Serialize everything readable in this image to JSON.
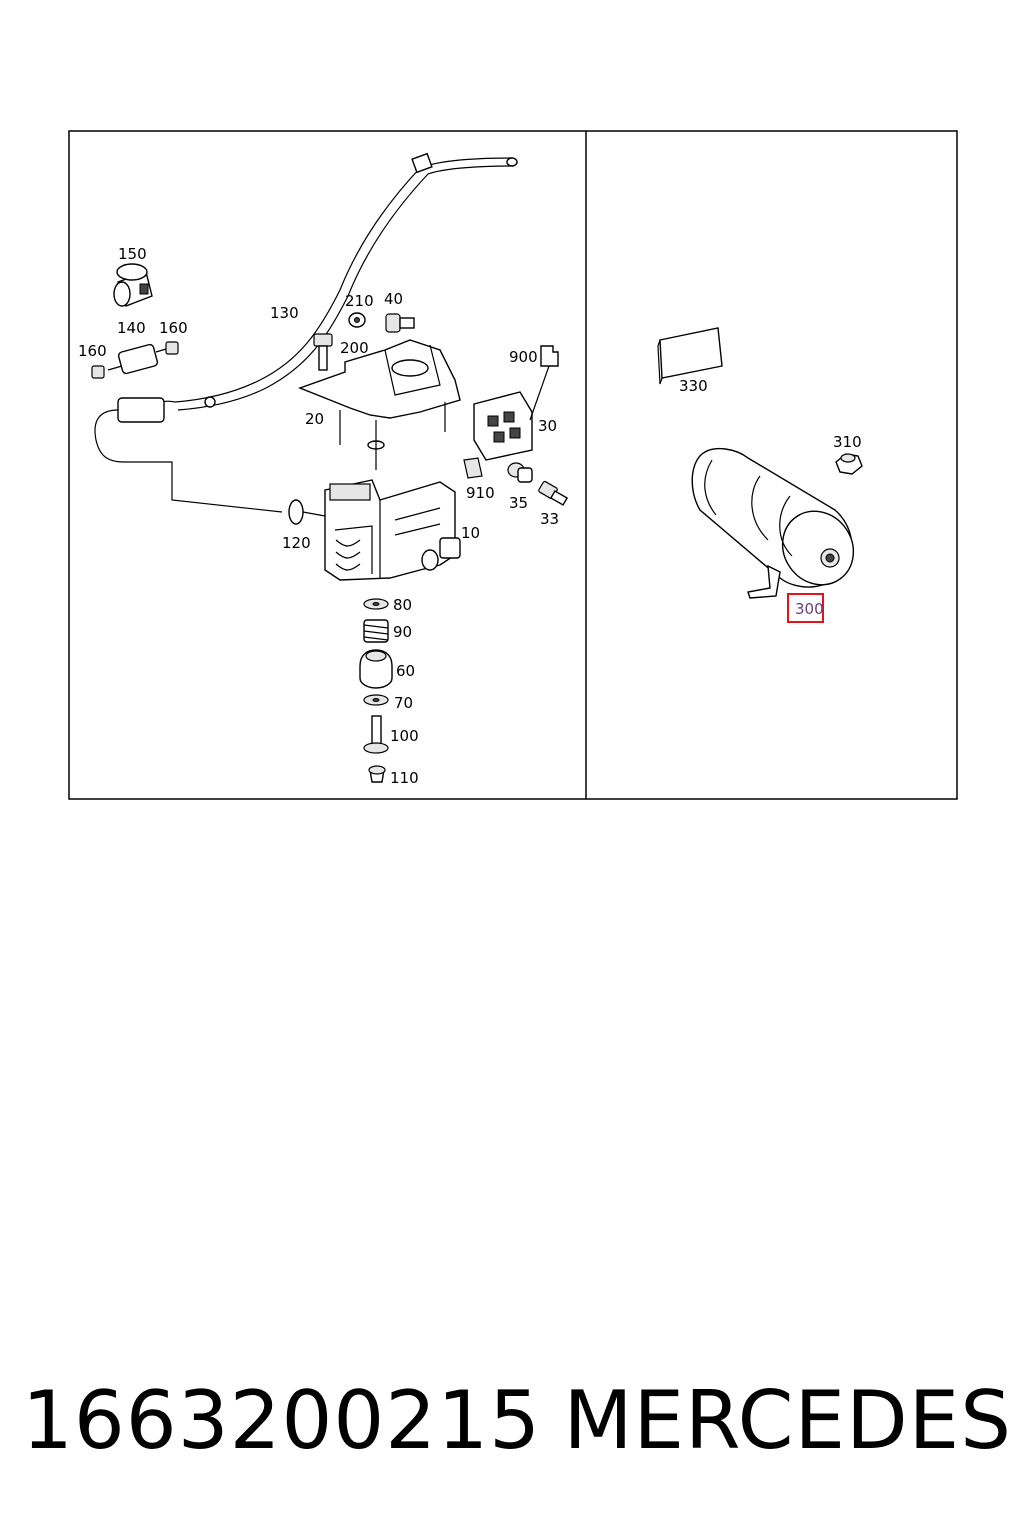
{
  "callouts": {
    "c10": "10",
    "c20": "20",
    "c30": "30",
    "c33": "33",
    "c35": "35",
    "c40": "40",
    "c60": "60",
    "c70": "70",
    "c80": "80",
    "c90": "90",
    "c100": "100",
    "c110": "110",
    "c120": "120",
    "c130": "130",
    "c140": "140",
    "c150": "150",
    "c160a": "160",
    "c160b": "160",
    "c200": "200",
    "c210": "210",
    "c300": "300",
    "c310": "310",
    "c330": "330",
    "c900": "900",
    "c910": "910"
  },
  "highlight": {
    "part": "300",
    "color": "#e0151b"
  },
  "caption": {
    "part_number": "1663200215",
    "brand": "MERCEDES"
  }
}
